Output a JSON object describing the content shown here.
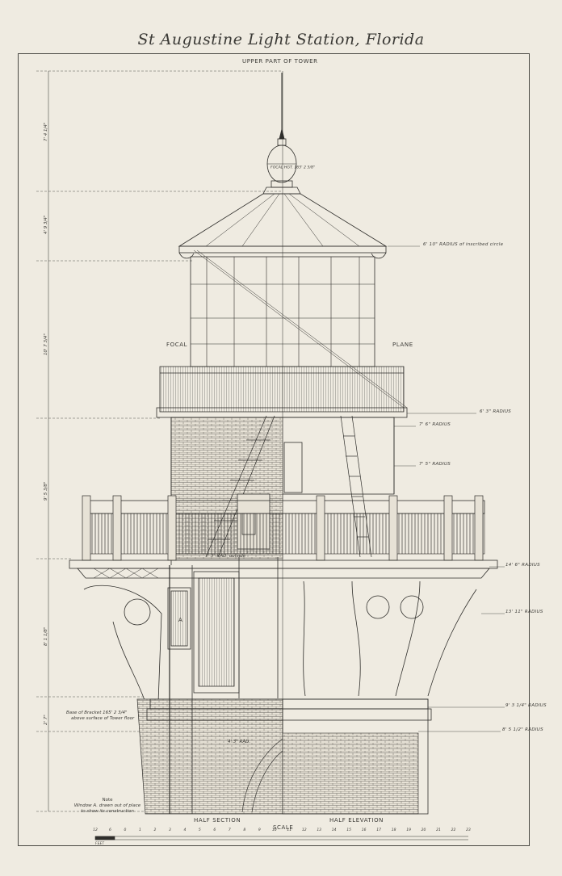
{
  "title": "St Augustine Light Station, Florida",
  "subtitle": "UPPER PART OF TOWER",
  "labels": {
    "focal": "FOCAL",
    "plane": "PLANE",
    "half_section": "HALF SECTION",
    "half_elevation": "HALF ELEVATION",
    "scale": "SCALE",
    "window_a": "A",
    "focal_hgt": "FOCAL HGT. 165' 2 5/8\"",
    "inner_rad": "7' 3\" RAD. outside",
    "lower_rad": "4' 3\" RAD."
  },
  "radius_callouts": [
    "6' 10\" RADIUS of inscribed circle",
    "6' 3\" RADIUS",
    "7' 6\" RADIUS",
    "7' 5\" RADIUS",
    "14' 6\" RADIUS",
    "13' 11\" RADIUS",
    "9' 3 1/4\" RADIUS",
    "8' 5 1/2\" RADIUS"
  ],
  "height_dims": [
    "7' 4 1/4\"",
    "4' 9 3/4\"",
    "10' 7 3/4\"",
    "9' 5 3/8\"",
    "8' 1 1/8\"",
    "2' 7\""
  ],
  "bracket_note": [
    "Base of Bracket 165' 2 3/4\"",
    "above surface of Tower floor"
  ],
  "note": {
    "heading": "Note",
    "lines": [
      "Window A. drawn out of place",
      "to show its construction"
    ]
  },
  "scale_numbers": [
    "12",
    "6",
    "0",
    "1",
    "2",
    "3",
    "4",
    "5",
    "6",
    "7",
    "8",
    "9",
    "10",
    "11",
    "12",
    "13",
    "14",
    "15",
    "16",
    "17",
    "18",
    "19",
    "20",
    "21",
    "22",
    "23"
  ],
  "scale_unit": "FEET",
  "colors": {
    "paper": "#efebe1",
    "ink": "#2b2a28"
  }
}
